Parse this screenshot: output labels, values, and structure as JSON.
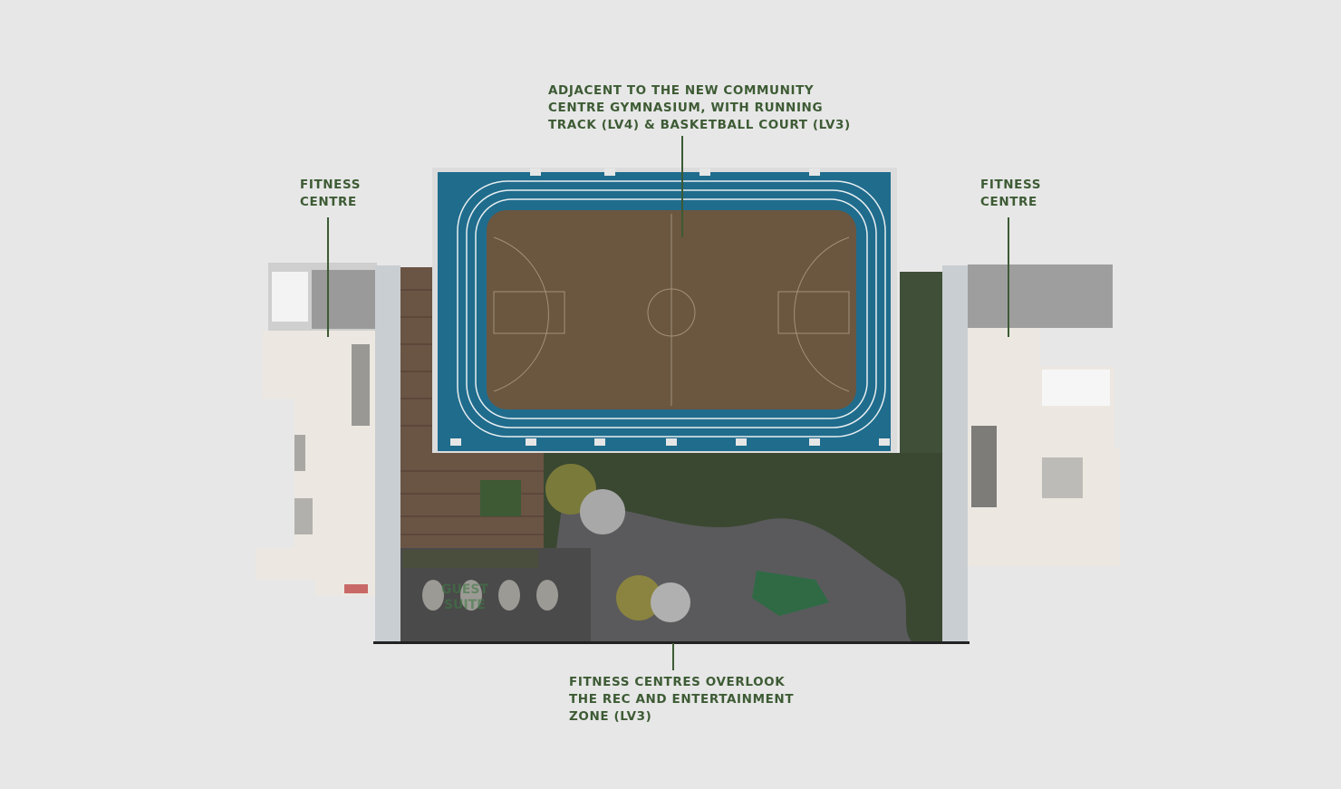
{
  "labels": {
    "gym": "ADJACENT TO THE NEW COMMUNITY\nCENTRE GYMNASIUM, WITH RUNNING\nTRACK (LV4) & BASKETBALL COURT (LV3)",
    "fitness_left": "FITNESS\nCENTRE",
    "fitness_right": "FITNESS\nCENTRE",
    "rec_zone": "FITNESS CENTRES OVERLOOK\nTHE REC AND ENTERTAINMENT\nZONE (LV3)"
  },
  "plan_text": {
    "guest_suite_line1": "GUEST",
    "guest_suite_line2": "SUITE"
  },
  "colors": {
    "background": "#e7e7e7",
    "label_text": "#3d5b34",
    "track_blue": "#1f6c8d",
    "court_wood": "#6b5640",
    "lawn": "#3a4832",
    "paving": "#4a4a4a",
    "deck": "#6a5444",
    "fitness_floor": "#ece8e1"
  }
}
